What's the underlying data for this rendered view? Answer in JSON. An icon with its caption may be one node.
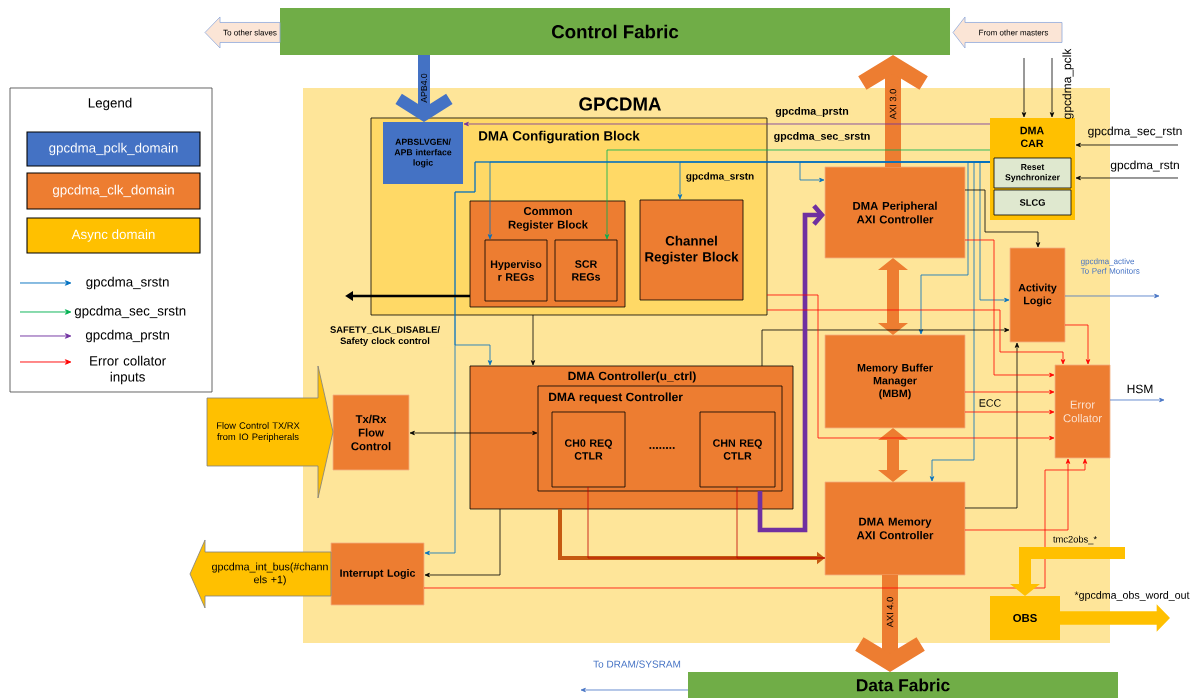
{
  "diagram": {
    "nodes": [
      {
        "text": [
          "Control Fabric"
        ]
      },
      {
        "text": [
          "To other slaves"
        ]
      },
      {
        "text": [
          "From other masters"
        ]
      },
      {
        "text": [
          "GPCDMA"
        ]
      },
      {
        "text": [
          "DMA Configuration Block"
        ],
        "in": 3
      },
      {
        "text": [
          "APBSLVGEN/ APB interface logic"
        ],
        "in": 4
      },
      {
        "text": [
          "Common Register Block"
        ],
        "in": 4
      },
      {
        "text": [
          "Hyperviso r REGs"
        ],
        "in": 6
      },
      {
        "text": [
          "SCR REGs"
        ],
        "in": 6
      },
      {
        "text": [
          "Channel Register Block"
        ],
        "in": 4
      },
      {
        "text": [
          "DMA Controller(u_ctrl)"
        ],
        "in": 3
      },
      {
        "text": [
          "DMA request Controller"
        ],
        "in": 10
      },
      {
        "text": [
          "CH0 REQ CTLR"
        ],
        "in": 11
      },
      {
        "text": [
          "CHN REQ CTLR"
        ],
        "in": 11
      },
      {
        "text": [
          "Tx/Rx Flow Control"
        ],
        "in": 3
      },
      {
        "text": [
          "Interrupt Logic"
        ],
        "in": 3
      },
      {
        "text": [
          "DMA Peripheral AXI Controller"
        ],
        "in": 3
      },
      {
        "text": [
          "DMA CAR"
        ],
        "in": 3
      },
      {
        "text": [
          "Reset Synchronizer"
        ],
        "in": 17
      },
      {
        "text": [
          "SLCG"
        ],
        "in": 17
      },
      {
        "text": [
          "Activity Logic"
        ],
        "in": 3
      },
      {
        "text": [
          "Memory Buffer Manager (MBM)"
        ],
        "in": 3
      },
      {
        "text": [
          "Error Collator"
        ],
        "in": 3
      },
      {
        "text": [
          "DMA Memory AXI Controller"
        ],
        "in": 3
      },
      {
        "text": [
          "OBS"
        ],
        "in": 3
      },
      {
        "text": [
          "Data Fabric"
        ]
      }
    ],
    "edges": [
      {
        "from": 0,
        "to": 5,
        "arrow": "to",
        "label": "APB4.0",
        "style": "thick",
        "color": "#4472c4"
      },
      {
        "from": 16,
        "to": 0,
        "arrow": "to",
        "label": "AXI 3.0",
        "style": "thick",
        "color": "#ed7d31"
      },
      {
        "from": 23,
        "to": 25,
        "arrow": "to",
        "label": "AXI 4.0",
        "style": "thick",
        "color": "#ed7d31"
      },
      {
        "from": 16,
        "to": 21,
        "arrow": "both",
        "style": "thick",
        "color": "#ed7d31"
      },
      {
        "from": 21,
        "to": 23,
        "arrow": "both",
        "style": "thick",
        "color": "#ed7d31"
      },
      {
        "from": null,
        "to": 17,
        "arrow": "to"
      },
      {
        "from": null,
        "to": 17,
        "arrow": "to",
        "label": "gpcdma_pclk"
      },
      {
        "from": null,
        "to": 17,
        "arrow": "to",
        "label": "gpcdma_sec_rstn"
      },
      {
        "from": null,
        "to": 17,
        "arrow": "to",
        "label": "gpcdma_rstn"
      },
      {
        "from": 17,
        "to": 8,
        "arrow": "to",
        "label": "gpcdma_sec_srstn",
        "color": "#00b050"
      },
      {
        "from": 17,
        "to": 5,
        "arrow": "to",
        "label": "gpcdma_prstn",
        "color": "#7030a0"
      },
      {
        "from": 17,
        "to": 9,
        "arrow": "to",
        "label": "gpcdma_srstn",
        "color": "#0070c0"
      },
      {
        "from": 17,
        "to": 7,
        "arrow": "to",
        "color": "#0070c0"
      },
      {
        "from": 17,
        "to": 16,
        "arrow": "to",
        "color": "#0070c0"
      },
      {
        "from": 17,
        "to": 21,
        "arrow": "to",
        "color": "#0070c0"
      },
      {
        "from": 17,
        "to": 23,
        "arrow": "to",
        "color": "#0070c0"
      },
      {
        "from": 17,
        "to": 20,
        "arrow": "to",
        "color": "#0070c0"
      },
      {
        "from": 17,
        "to": 10,
        "arrow": "to",
        "color": "#0070c0"
      },
      {
        "from": 17,
        "to": 15,
        "arrow": "to",
        "color": "#0070c0"
      },
      {
        "from": 6,
        "to": null,
        "arrow": "to",
        "label": "SAFETY_CLK_DISABLE/ Safety clock control",
        "style": "thick"
      },
      {
        "from": 4,
        "to": 10,
        "arrow": "to"
      },
      {
        "from": 14,
        "to": 11,
        "arrow": "both"
      },
      {
        "from": 10,
        "to": 15,
        "arrow": "to"
      },
      {
        "from": 10,
        "to": 20,
        "arrow": "to"
      },
      {
        "from": 16,
        "to": 20,
        "arrow": "to"
      },
      {
        "from": 23,
        "to": 20,
        "arrow": "to"
      },
      {
        "from": 11,
        "to": 16,
        "arrow": "to",
        "style": "thick",
        "color": "#7030a0"
      },
      {
        "from": 10,
        "to": 23,
        "arrow": "to",
        "style": "thick",
        "color": "#c55a11"
      },
      {
        "from": 4,
        "to": 22,
        "arrow": "to",
        "color": "#ff0000"
      },
      {
        "from": 4,
        "to": 22,
        "arrow": "to",
        "color": "#ff0000"
      },
      {
        "from": 16,
        "to": 22,
        "arrow": "to",
        "color": "#ff0000"
      },
      {
        "from": 20,
        "to": 22,
        "arrow": "to",
        "color": "#ff0000"
      },
      {
        "from": 21,
        "to": 22,
        "arrow": "to",
        "color": "#ff0000"
      },
      {
        "from": 21,
        "to": 22,
        "arrow": "to",
        "label": "ECC",
        "color": "#ff0000"
      },
      {
        "from": 23,
        "to": 22,
        "arrow": "to",
        "color": "#ff0000"
      },
      {
        "from": 15,
        "to": 22,
        "arrow": "to",
        "color": "#ff0000"
      },
      {
        "from": 20,
        "to": null,
        "arrow": "to",
        "label": "gpcdma_active To Perf Monitors",
        "color": "#4472c4"
      },
      {
        "from": 22,
        "to": null,
        "arrow": "to",
        "label": "HSM",
        "color": "#4472c4"
      },
      {
        "from": 24,
        "to": null,
        "arrow": "to",
        "label": "*gpcdma_obs_word_out",
        "style": "thick",
        "color": "#ffc000"
      },
      {
        "from": null,
        "to": 24,
        "arrow": "to",
        "label": "tmc2obs_*",
        "style": "thick",
        "color": "#ffc000"
      },
      {
        "from": 25,
        "to": null,
        "arrow": "to",
        "label": "To DRAM/SYSRAM",
        "color": "#4472c4"
      },
      {
        "from": null,
        "to": 14,
        "arrow": "to",
        "label": "Flow Control TX/RX from IO Peripherals",
        "style": "thick",
        "color": "#ffc000"
      },
      {
        "from": 15,
        "to": null,
        "arrow": "to",
        "label": "gpcdma_int_bus(#chann els +1)",
        "style": "thick",
        "color": "#ffc000"
      },
      {
        "from": 12,
        "to": 23,
        "arrow": "none",
        "color": "#c00000"
      },
      {
        "from": 13,
        "to": 23,
        "arrow": "none",
        "color": "#c00000"
      }
    ],
    "labels": [
      "Legend",
      "........"
    ],
    "legend": [
      {
        "text": "gpcdma_pclk_domain",
        "color": "#4472c4"
      },
      {
        "text": "gpcdma_clk_domain",
        "color": "#ed7d31"
      },
      {
        "text": "Async domain",
        "color": "#ffc000"
      },
      {
        "text": "gpcdma_srstn"
      },
      {
        "text": "gpcdma_sec_srstn"
      },
      {
        "text": "gpcdma_prstn"
      },
      {
        "text": "Error collator inputs"
      }
    ]
  }
}
